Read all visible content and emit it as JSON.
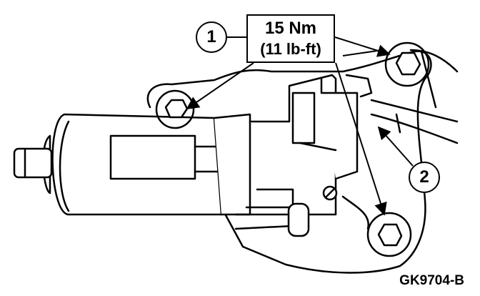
{
  "torque_spec": {
    "metric": "15 Nm",
    "imperial": "(11 lb-ft)"
  },
  "callouts": [
    {
      "number": "1"
    },
    {
      "number": "2"
    }
  ],
  "figure_id": "GK9704-B"
}
